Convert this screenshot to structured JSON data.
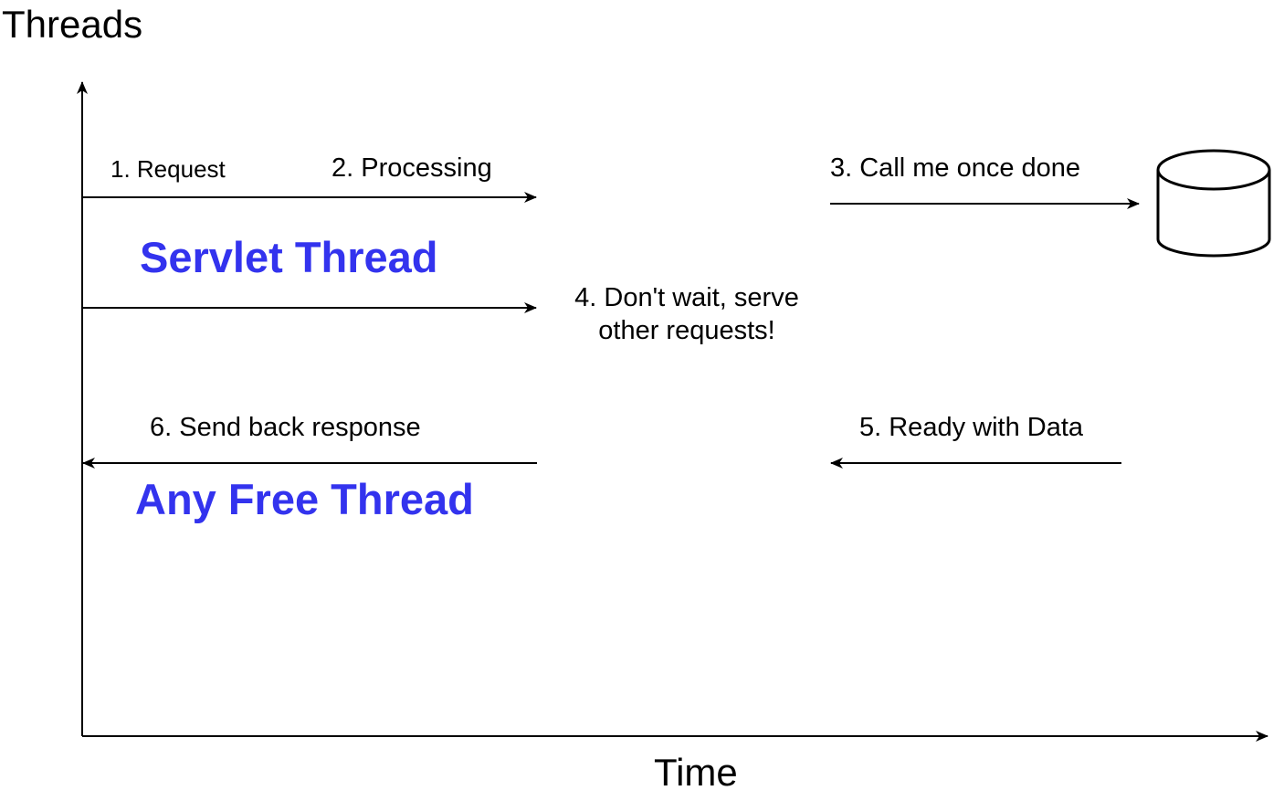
{
  "axes": {
    "y_label": "Threads",
    "x_label": "Time"
  },
  "steps": {
    "request": "1. Request",
    "processing": "2. Processing",
    "call_me": "3. Call me once done",
    "dont_wait_line1": "4. Don't wait, serve",
    "dont_wait_line2": "other requests!",
    "ready": "5. Ready with Data",
    "send_back": "6. Send back response"
  },
  "threads": {
    "servlet": "Servlet Thread",
    "any_free": "Any Free Thread"
  },
  "nodes": {
    "database_icon": "database-icon"
  },
  "colors": {
    "thread_label": "#3333ee",
    "line": "#000000"
  }
}
